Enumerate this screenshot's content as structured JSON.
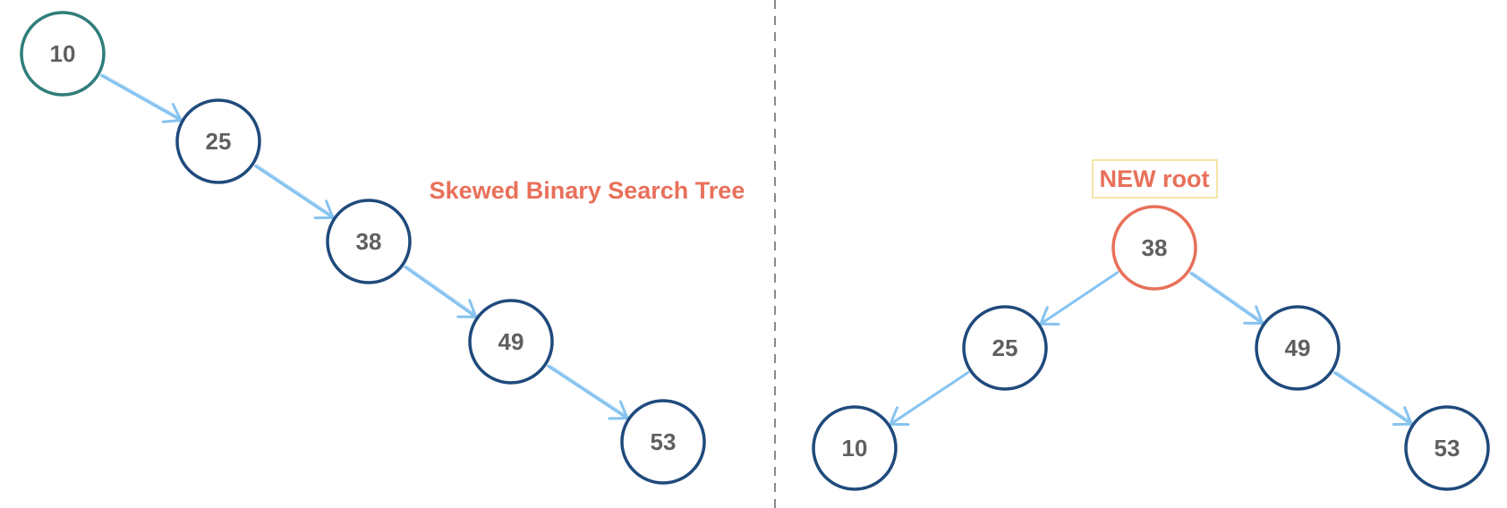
{
  "colors": {
    "node_stroke": "#1f4a7c",
    "root_stroke": "#2f7d7a",
    "new_root_stroke": "#e8705a",
    "edge": "#86c3f0",
    "label_text": "#5f5f5f",
    "accent_text": "#e8705a",
    "divider": "#8a8a8a",
    "badge_border": "#f0dc8a"
  },
  "left_tree": {
    "title": "Skewed Binary Search Tree",
    "nodes": [
      {
        "id": "l10",
        "label": "10",
        "role": "root"
      },
      {
        "id": "l25",
        "label": "25",
        "role": "normal"
      },
      {
        "id": "l38",
        "label": "38",
        "role": "normal"
      },
      {
        "id": "l49",
        "label": "49",
        "role": "normal"
      },
      {
        "id": "l53",
        "label": "53",
        "role": "normal"
      }
    ],
    "edges": [
      {
        "from": "l10",
        "to": "l25"
      },
      {
        "from": "l25",
        "to": "l38"
      },
      {
        "from": "l38",
        "to": "l49"
      },
      {
        "from": "l49",
        "to": "l53"
      }
    ]
  },
  "right_tree": {
    "badge": "NEW root",
    "nodes": [
      {
        "id": "r38",
        "label": "38",
        "role": "new-root"
      },
      {
        "id": "r25",
        "label": "25",
        "role": "normal"
      },
      {
        "id": "r49",
        "label": "49",
        "role": "normal"
      },
      {
        "id": "r10",
        "label": "10",
        "role": "normal"
      },
      {
        "id": "r53",
        "label": "53",
        "role": "normal"
      }
    ],
    "edges": [
      {
        "from": "r38",
        "to": "r25"
      },
      {
        "from": "r38",
        "to": "r49"
      },
      {
        "from": "r25",
        "to": "r10"
      },
      {
        "from": "r49",
        "to": "r53"
      }
    ]
  }
}
